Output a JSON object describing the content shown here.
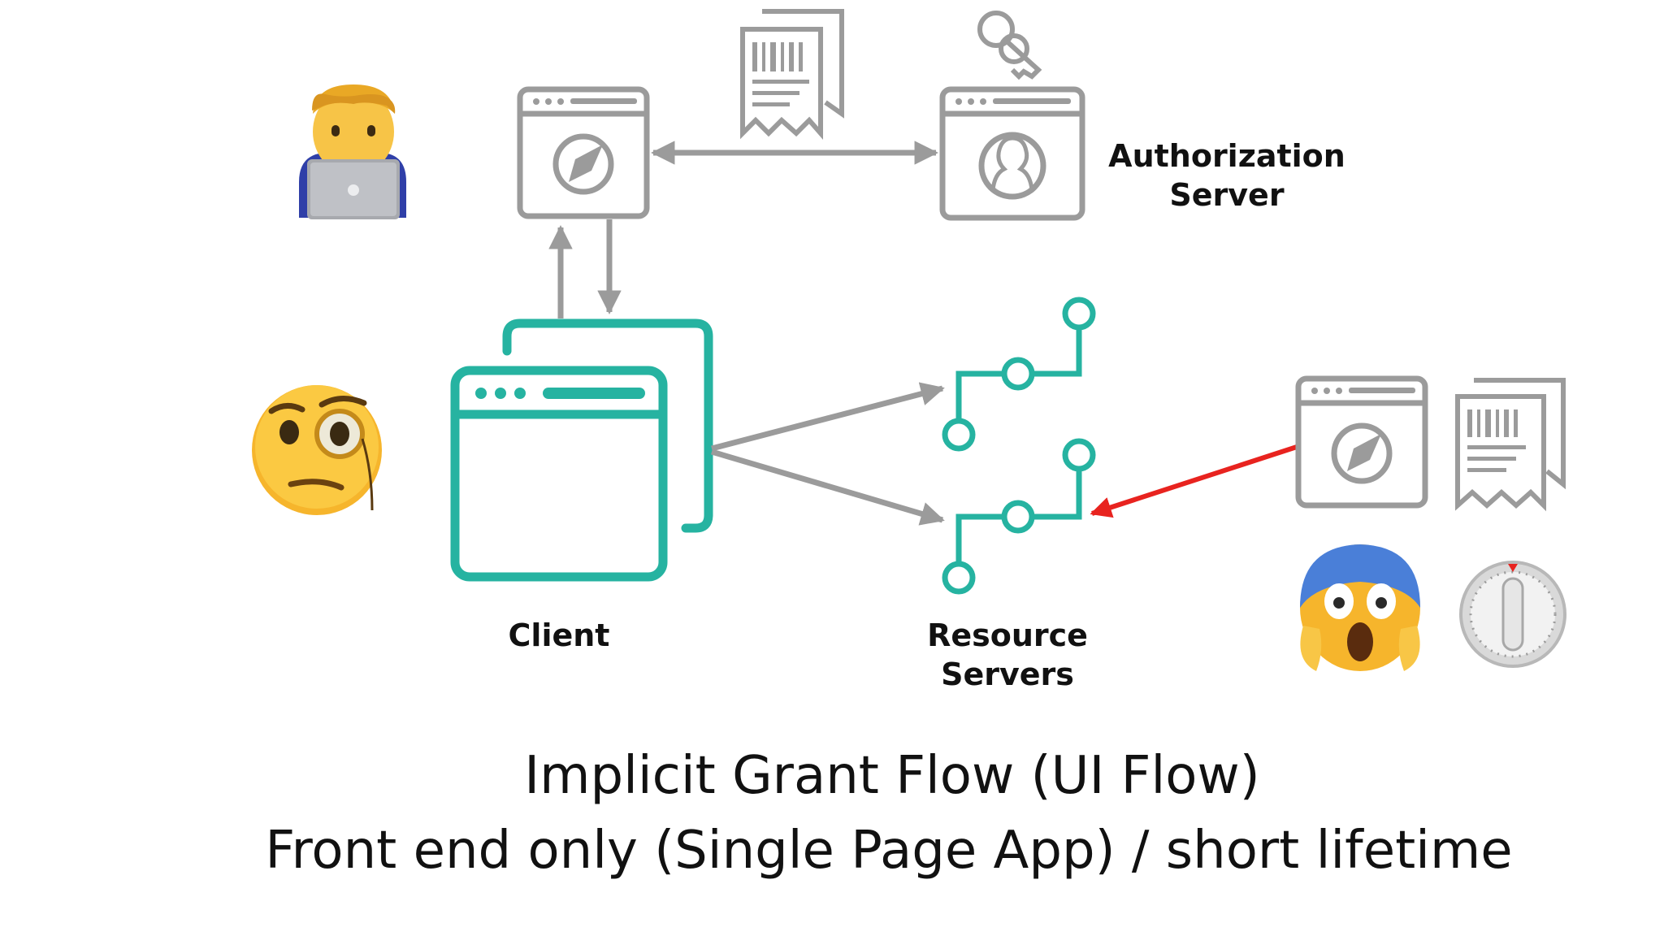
{
  "labels": {
    "authorization_server": [
      "Authorization",
      "Server"
    ],
    "client": "Client",
    "resource_servers": [
      "Resource",
      "Servers"
    ]
  },
  "caption": {
    "line1": "Implicit Grant Flow (UI Flow)",
    "line2": "Front end only (Single Page App) / short lifetime"
  },
  "colors": {
    "teal": "#26B3A1",
    "gray": "#9B9B9B",
    "red": "#E8231F"
  },
  "icons": [
    "developer-laptop-icon",
    "monocle-face-icon",
    "screaming-face-icon",
    "timer-icon",
    "key-icon",
    "receipt-icon",
    "compass-browser-icon",
    "user-browser-icon",
    "client-app-window-icon",
    "resource-server-node-icon"
  ]
}
